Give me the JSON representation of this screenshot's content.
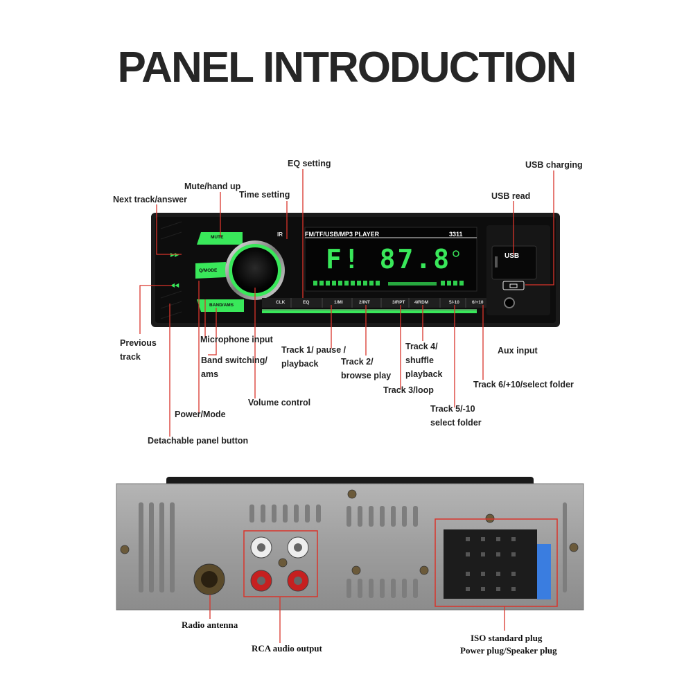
{
  "title": "PANEL INTRODUCTION",
  "front_panel": {
    "brand_text": "FM/TF/USB/MP3 PLAYER",
    "model": "3311",
    "ir": "IR",
    "display": "F! 87.8",
    "usb_port": "USB",
    "buttons": {
      "mute": "MUTE",
      "qmode": "Q/MODE",
      "band": "BAND/AMS",
      "clk": "CLK",
      "eq": "EQ",
      "b1": "1/MI",
      "b2": "2/INT",
      "b3": "3/RPT",
      "b4": "4/RDM",
      "b5": "5/-10",
      "b6": "6/+10"
    }
  },
  "labels": {
    "eq_setting": "EQ setting",
    "usb_charging": "USB charging",
    "mute_hand_up": "Mute/hand up",
    "time_setting": "Time setting",
    "next_track": "Next track/answer",
    "usb_read": "USB read",
    "previous_track_1": "Previous",
    "previous_track_2": "track",
    "microphone": "Microphone input",
    "band_1": "Band switching/",
    "band_2": "ams",
    "track1_1": "Track 1/ pause /",
    "track1_2": "playback",
    "track2_1": "Track 2/",
    "track2_2": "browse play",
    "track4_1": "Track 4/",
    "track4_2": "shuffle",
    "track4_3": "playback",
    "aux": "Aux input",
    "track6": "Track 6/+10/select folder",
    "track3": "Track 3/loop",
    "track5_1": "Track 5/-10",
    "track5_2": "select folder",
    "volume": "Volume control",
    "power_mode": "Power/Mode",
    "detachable": "Detachable panel button"
  },
  "rear_labels": {
    "antenna": "Radio antenna",
    "rca": "RCA audio output",
    "iso_1": "ISO standard plug",
    "iso_2": "Power plug/Speaker plug"
  },
  "colors": {
    "accent_green": "#39e85a",
    "callout_red": "#d9342b",
    "panel_black": "#111111",
    "chassis_grey": "#9a9a9a"
  }
}
